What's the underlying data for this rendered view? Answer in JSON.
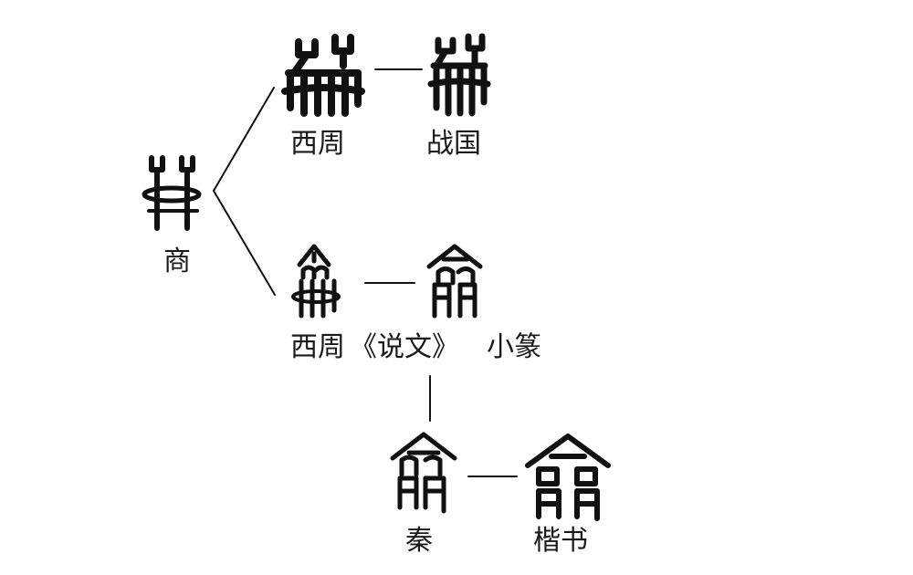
{
  "labels": {
    "shang": "商",
    "xizhou_top": "西周",
    "zhanguo": "战国",
    "xizhou_mid": "西周",
    "shuowen": "《说文》",
    "xiaozhuan": "小篆",
    "qin": "秦",
    "kaishu": "楷书"
  },
  "colors": {
    "ink": "#111111",
    "background": "#ffffff"
  }
}
